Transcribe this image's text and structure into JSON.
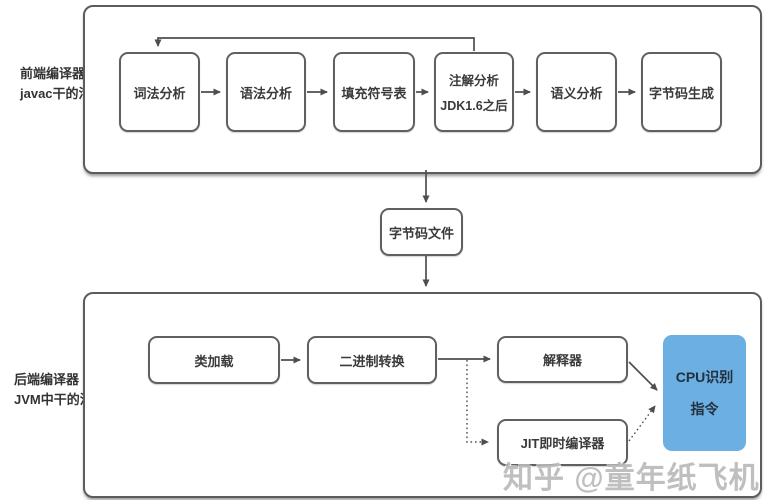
{
  "front_compiler": {
    "side_label_line1": "前端编译器",
    "side_label_line2": "javac干的活",
    "boxes": [
      {
        "label": "词法分析"
      },
      {
        "label": "语法分析"
      },
      {
        "label": "填充符号表"
      },
      {
        "label": "注解分析",
        "sublabel": "JDK1.6之后"
      },
      {
        "label": "语义分析"
      },
      {
        "label": "字节码生成"
      }
    ]
  },
  "bytecode_file": {
    "label": "字节码文件"
  },
  "back_compiler": {
    "side_label_line1": "后端编译器",
    "side_label_line2": "JVM中干的活",
    "boxes": [
      {
        "label": "类加载"
      },
      {
        "label": "二进制转换"
      },
      {
        "label": "解释器"
      },
      {
        "label": "JIT即时编译器"
      }
    ],
    "cpu_box": {
      "label_line1": "CPU识别",
      "label_line2": "指令"
    }
  },
  "watermark": {
    "text": "知乎 @童年纸飞机"
  },
  "colors": {
    "box_border": "#5c5c5c",
    "arrow": "#4e4e4e",
    "cpu_fill": "#6cafe2",
    "cpu_text": "#23303e",
    "text": "#3a3a3a",
    "watermark_gray": "#9e9e9e"
  }
}
